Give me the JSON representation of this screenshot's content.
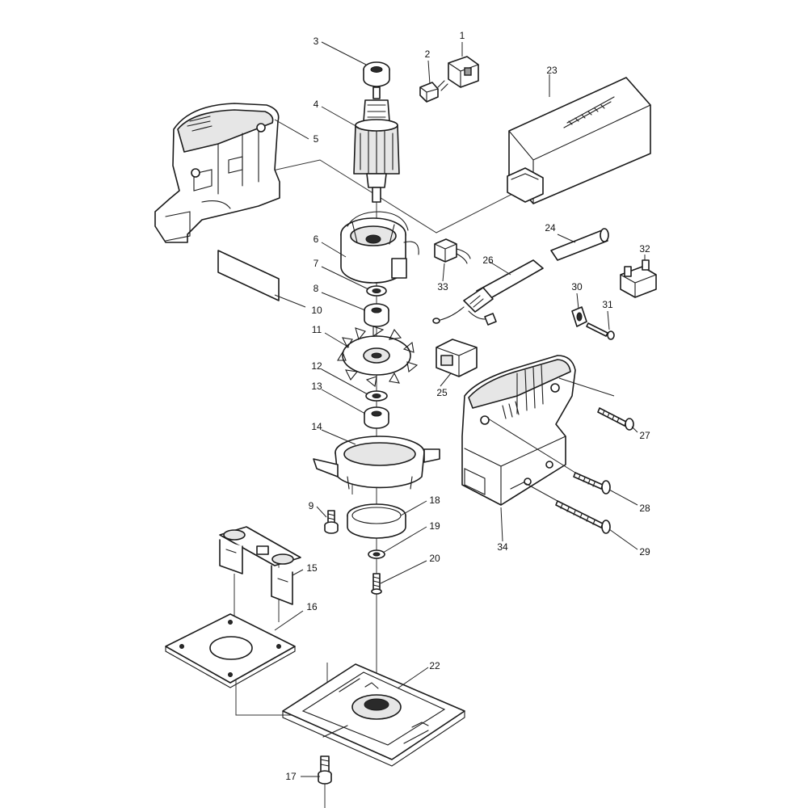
{
  "diagram": {
    "callouts": {
      "c1": "1",
      "c2": "2",
      "c3": "3",
      "c4": "4",
      "c5": "5",
      "c6": "6",
      "c7": "7",
      "c8": "8",
      "c9": "9",
      "c10": "10",
      "c11": "11",
      "c12": "12",
      "c13": "13",
      "c14": "14",
      "c15": "15",
      "c16": "16",
      "c17": "17",
      "c18": "18",
      "c19": "19",
      "c20": "20",
      "c22": "22",
      "c23": "23",
      "c24": "24",
      "c25": "25",
      "c26": "26",
      "c27": "27",
      "c28": "28",
      "c29": "29",
      "c30": "30",
      "c31": "31",
      "c32": "32",
      "c33": "33",
      "c34": "34"
    }
  }
}
